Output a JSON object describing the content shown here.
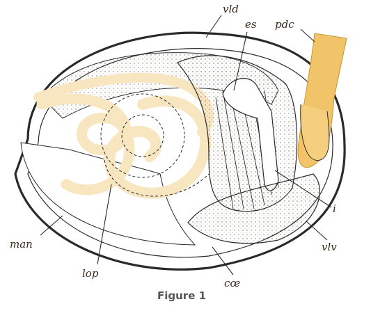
{
  "labels": {
    "vld": "vld",
    "es": "es",
    "pdc": "pdc",
    "i": "i",
    "vlv": "vlv",
    "coe": "cœ",
    "lop": "lop",
    "man": "man"
  },
  "caption": "Figure 1",
  "colors": {
    "accent": "#f2c46a",
    "lophophore": "#f7e6c0",
    "stipple": "#d9d2c4",
    "outline": "#2a2a2a"
  }
}
